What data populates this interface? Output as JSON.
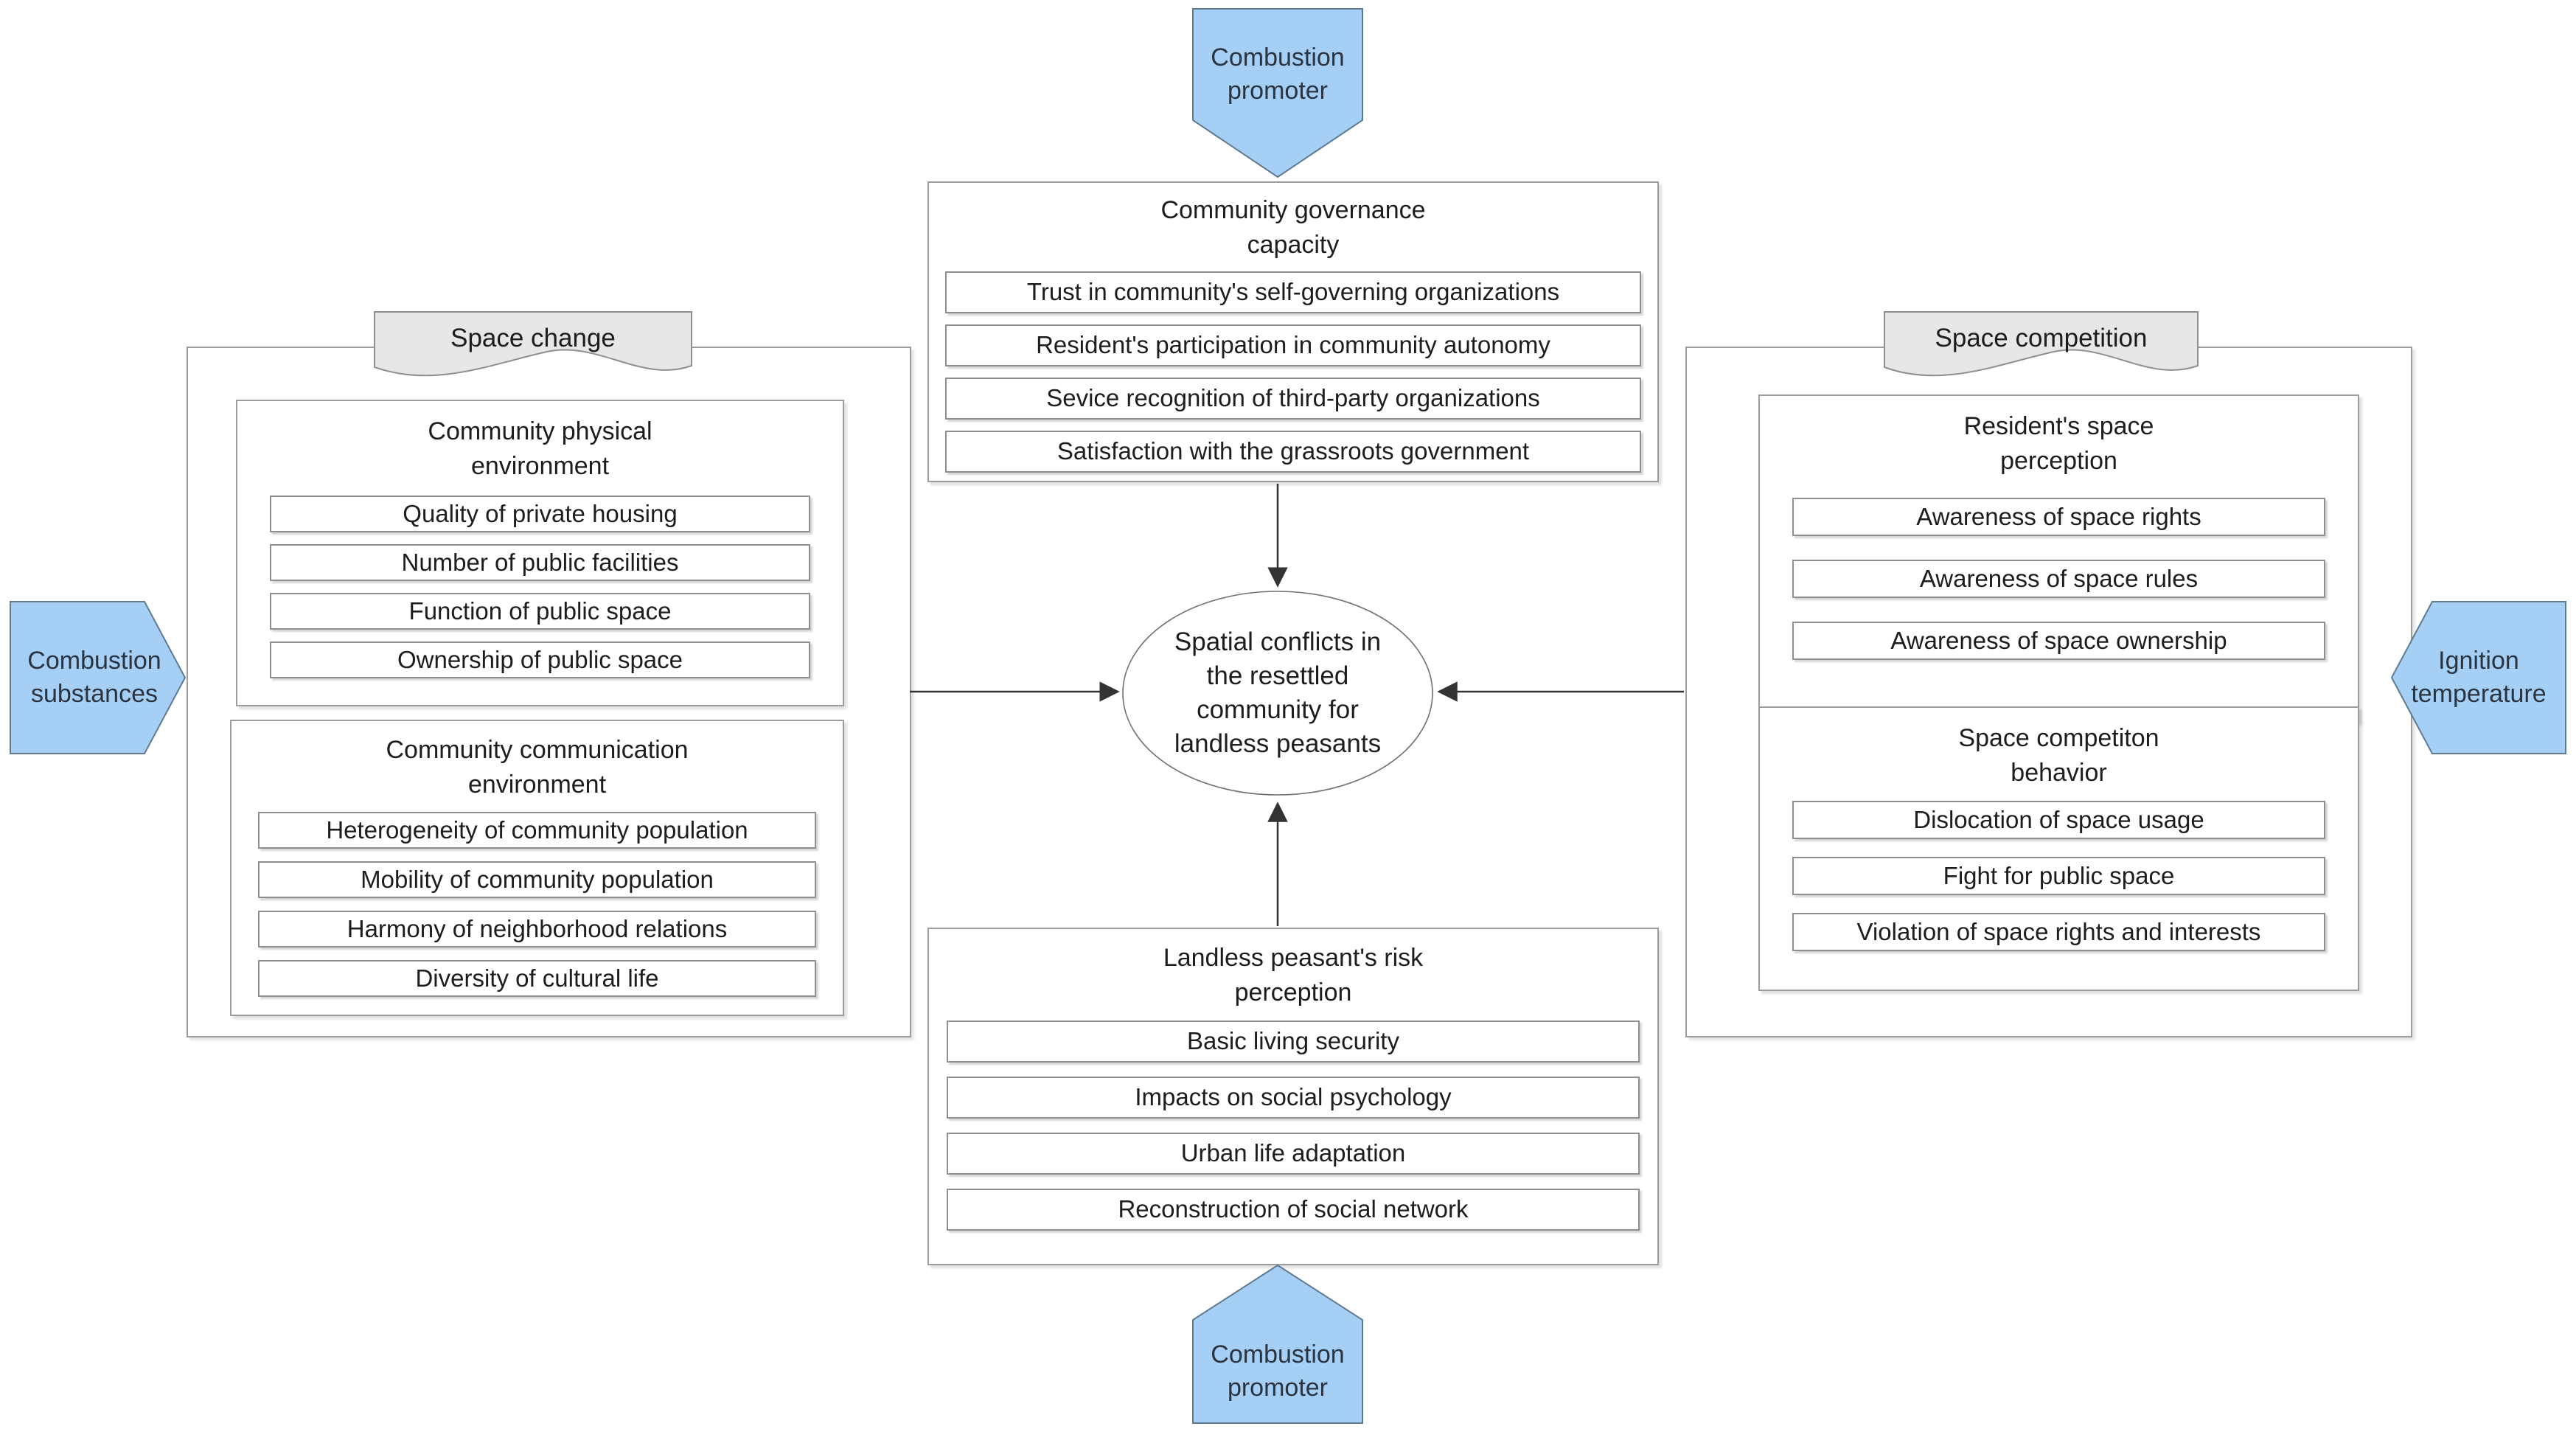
{
  "palette": {
    "blue_fill": "#A5CFF5",
    "blue_stroke": "#5F7B91",
    "tab_fill": "#E7E7E7",
    "tab_stroke": "#8F8F8F",
    "line_color": "#333333",
    "border_strong": "#8F8F8F",
    "border_soft": "#9C9C9C",
    "text_color": "#1D1D1D"
  },
  "markers": {
    "top_promoter": "Combustion\npromoter",
    "bottom_promoter": "Combustion\npromoter",
    "left_substances": "Combustion\nsubstances",
    "right_temperature": "Ignition\ntemperature"
  },
  "tabs": {
    "left": "Space change",
    "right": "Space competition"
  },
  "center_ellipse": {
    "label": "Spatial conflicts in\nthe resettled\ncommunity for\nlandless peasants"
  },
  "governance": {
    "title": "Community governance\ncapacity",
    "items": [
      "Trust in community's self-governing organizations",
      "Resident's participation in community autonomy",
      "Sevice recognition of third-party organizations",
      "Satisfaction with the grassroots government"
    ]
  },
  "space_change": {
    "physical": {
      "title": "Community physical\nenvironment",
      "items": [
        "Quality of private housing",
        "Number of public facilities",
        "Function of public space",
        "Ownership of public space"
      ]
    },
    "communication": {
      "title": "Community communication\nenvironment",
      "items": [
        "Heterogeneity of community population",
        "Mobility of community population",
        "Harmony of neighborhood relations",
        "Diversity of cultural life"
      ]
    }
  },
  "space_competition": {
    "perception": {
      "title": "Resident's space\nperception",
      "items": [
        "Awareness of space rights",
        "Awareness of space rules",
        "Awareness of space ownership"
      ]
    },
    "behavior": {
      "title": "Space competiton\nbehavior",
      "items": [
        "Dislocation of space usage",
        "Fight for public space",
        "Violation of space rights and interests"
      ]
    }
  },
  "risk": {
    "title": "Landless peasant's risk\nperception",
    "items": [
      "Basic living security",
      "Impacts on social psychology",
      "Urban life adaptation",
      "Reconstruction of social network"
    ]
  }
}
